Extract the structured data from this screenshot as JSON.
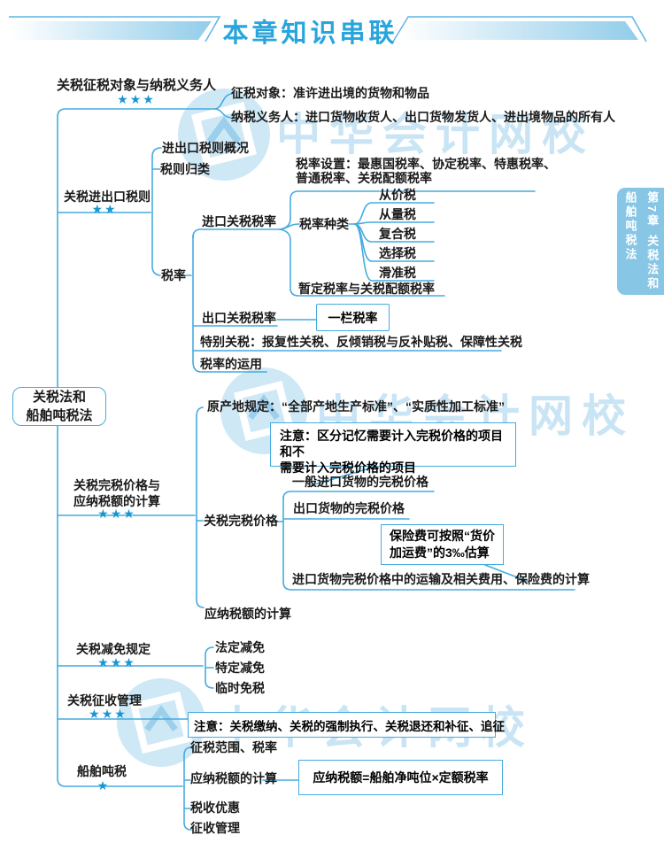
{
  "colors": {
    "accent": "#29a5dd",
    "line": "#45abdf",
    "star": "#1896d2",
    "tab_bg": "#87c6e4",
    "watermark": "#c9e4f4"
  },
  "header": {
    "title": "本章知识串联"
  },
  "side_tab": {
    "text": "第7章 关税法和\n船舶吨税法"
  },
  "watermark": {
    "text": "中华会计网校"
  },
  "root": {
    "label": "关税法和\n船舶吨税法"
  },
  "branches": [
    {
      "label": "关税征税对象与纳税义务人",
      "stars": "★★★",
      "items": [
        "征税对象：准许进出境的货物和物品",
        "纳税义务人：进口货物收货人、出口货物发货人、进出境物品的所有人"
      ]
    },
    {
      "label": "关税进出口税则",
      "stars": "★★",
      "children": {
        "overview": "进出口税则概况",
        "classification": "税则归类",
        "rate": {
          "label": "税率",
          "import": {
            "label": "进口关税税率",
            "setting": "税率设置：最惠国税率、协定税率、特惠税率、\n普通税率、关税配额税率",
            "kinds": {
              "label": "税率种类",
              "items": [
                "从价税",
                "从量税",
                "复合税",
                "选择税",
                "滑准税"
              ]
            },
            "temp": "暂定税率与关税配额税率"
          },
          "export": {
            "label": "出口关税税率",
            "box": "一栏税率"
          },
          "special": "特别关税：报复性关税、反倾销税与反补贴税、保障性关税",
          "usage": "税率的运用"
        }
      }
    },
    {
      "label": "关税完税价格与\n应纳税额的计算",
      "stars": "★★★",
      "children": {
        "origin": "原产地规定：“全部产地生产标准”、“实质性加工标准”",
        "origin_note": "注意：区分记忆需要计入完税价格的项目和不\n需要计入完税价格的项目",
        "dutiable": {
          "label": "关税完税价格",
          "items": [
            "一般进口货物的完税价格",
            "出口货物的完税价格",
            "进口货物完税价格中的运输及相关费用、保险费的计算"
          ],
          "insurance_note": "保险费可按照“货价\n加运费”的3‰估算"
        },
        "calc": "应纳税额的计算"
      }
    },
    {
      "label": "关税减免规定",
      "stars": "★★★",
      "items": [
        "法定减免",
        "特定减免",
        "临时免税"
      ]
    },
    {
      "label": "关税征收管理",
      "stars": "★★★",
      "note": "注意：关税缴纳、关税的强制执行、关税退还和补征、追征"
    },
    {
      "label": "船舶吨税",
      "stars": "★",
      "items": [
        "征税范围、税率",
        "应纳税额的计算",
        "税收优惠",
        "征收管理"
      ],
      "formula": "应纳税额=船舶净吨位×定额税率"
    }
  ]
}
